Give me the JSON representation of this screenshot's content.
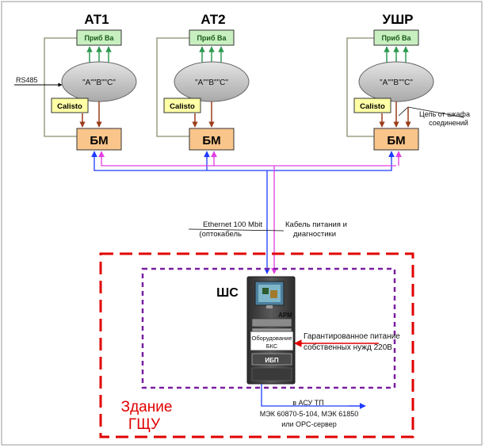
{
  "units": [
    {
      "title": "АТ1",
      "prib": "Приб Ва",
      "oval": "\"A\"\"B\"\"C\"",
      "calisto": "Calisto",
      "bm": "БМ",
      "rs485": "RS485"
    },
    {
      "title": "АТ2",
      "prib": "Приб Ва",
      "oval": "\"A\"\"B\"\"C\"",
      "calisto": "Calisto",
      "bm": "БМ"
    },
    {
      "title": "УШР",
      "prib": "Приб Ва",
      "oval": "\"A\"\"B\"\"C\"",
      "calisto": "Calisto",
      "bm": "БМ",
      "note_line1": "Цепь от шкафа",
      "note_line2": "соединений"
    }
  ],
  "links": {
    "ethernet_line1": "Ethernet 100 Mbit",
    "ethernet_line2": "(оптокабель",
    "cable_line1": "Кабель питания и",
    "cable_line2": "диагностики"
  },
  "cabinet": {
    "title": "ШС",
    "arm": "АРМ",
    "equipment_line1": "Оборудование",
    "equipment_line2": "БКС",
    "ibp": "ИБП",
    "power_line1": "Гарантированное питание",
    "power_line2": "собственных нужд 220В"
  },
  "output": {
    "line1": "в АСУ ТП",
    "line2": "МЭК 60870-5-104, МЭК 61850",
    "line3": "или OPC-сервер"
  },
  "building": {
    "line1": "Здание",
    "line2": "ГЩУ"
  },
  "colors": {
    "blue": "#1f3cff",
    "magenta": "#e23fe0",
    "red_dash": "#e00000",
    "purple_dash": "#7a1fa0",
    "bm_fill": "#f9c58b",
    "calisto_fill": "#ffffa6",
    "prib_fill": "#c8efc0",
    "arrow_brown": "#9b3c1a",
    "arrow_green": "#2e9a52"
  }
}
